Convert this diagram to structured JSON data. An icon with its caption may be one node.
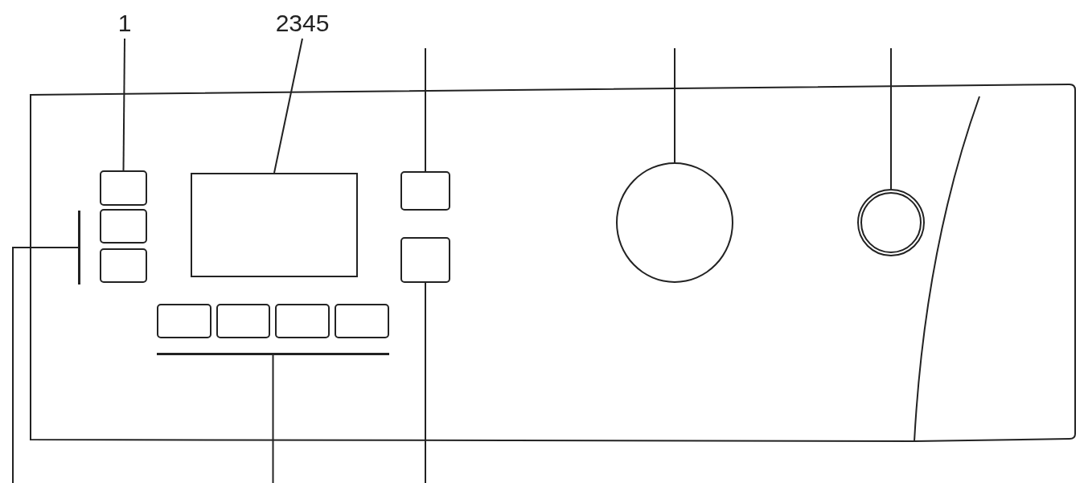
{
  "diagram": {
    "nodes": [
      {
        "text": [
          "1"
        ]
      },
      {
        "text": [
          "2345"
        ]
      },
      {
        "text": [],
        "shape": "box"
      },
      {
        "text": [],
        "shape": "box"
      },
      {
        "text": [],
        "shape": "box"
      },
      {
        "text": [],
        "shape": "bar"
      },
      {
        "text": [],
        "shape": "box"
      },
      {
        "text": [],
        "shape": "box"
      },
      {
        "text": [],
        "shape": "box"
      },
      {
        "text": [],
        "shape": "box"
      },
      {
        "text": [],
        "shape": "box"
      },
      {
        "text": [],
        "shape": "bar"
      },
      {
        "text": [],
        "shape": "box"
      },
      {
        "text": [],
        "shape": "box"
      },
      {
        "text": [],
        "shape": "circle"
      },
      {
        "text": [],
        "shape": "circle"
      }
    ],
    "edges": [
      {
        "from": 0,
        "to": 2,
        "arrow": "none"
      },
      {
        "from": 1,
        "to": 6,
        "arrow": "none"
      },
      {
        "from": null,
        "to": 12,
        "arrow": "none"
      },
      {
        "from": null,
        "to": 14,
        "arrow": "none"
      },
      {
        "from": null,
        "to": 15,
        "arrow": "none"
      },
      {
        "from": null,
        "to": 5,
        "arrow": "none"
      },
      {
        "from": null,
        "to": 11,
        "arrow": "none"
      },
      {
        "from": null,
        "to": 13,
        "arrow": "none"
      }
    ]
  }
}
